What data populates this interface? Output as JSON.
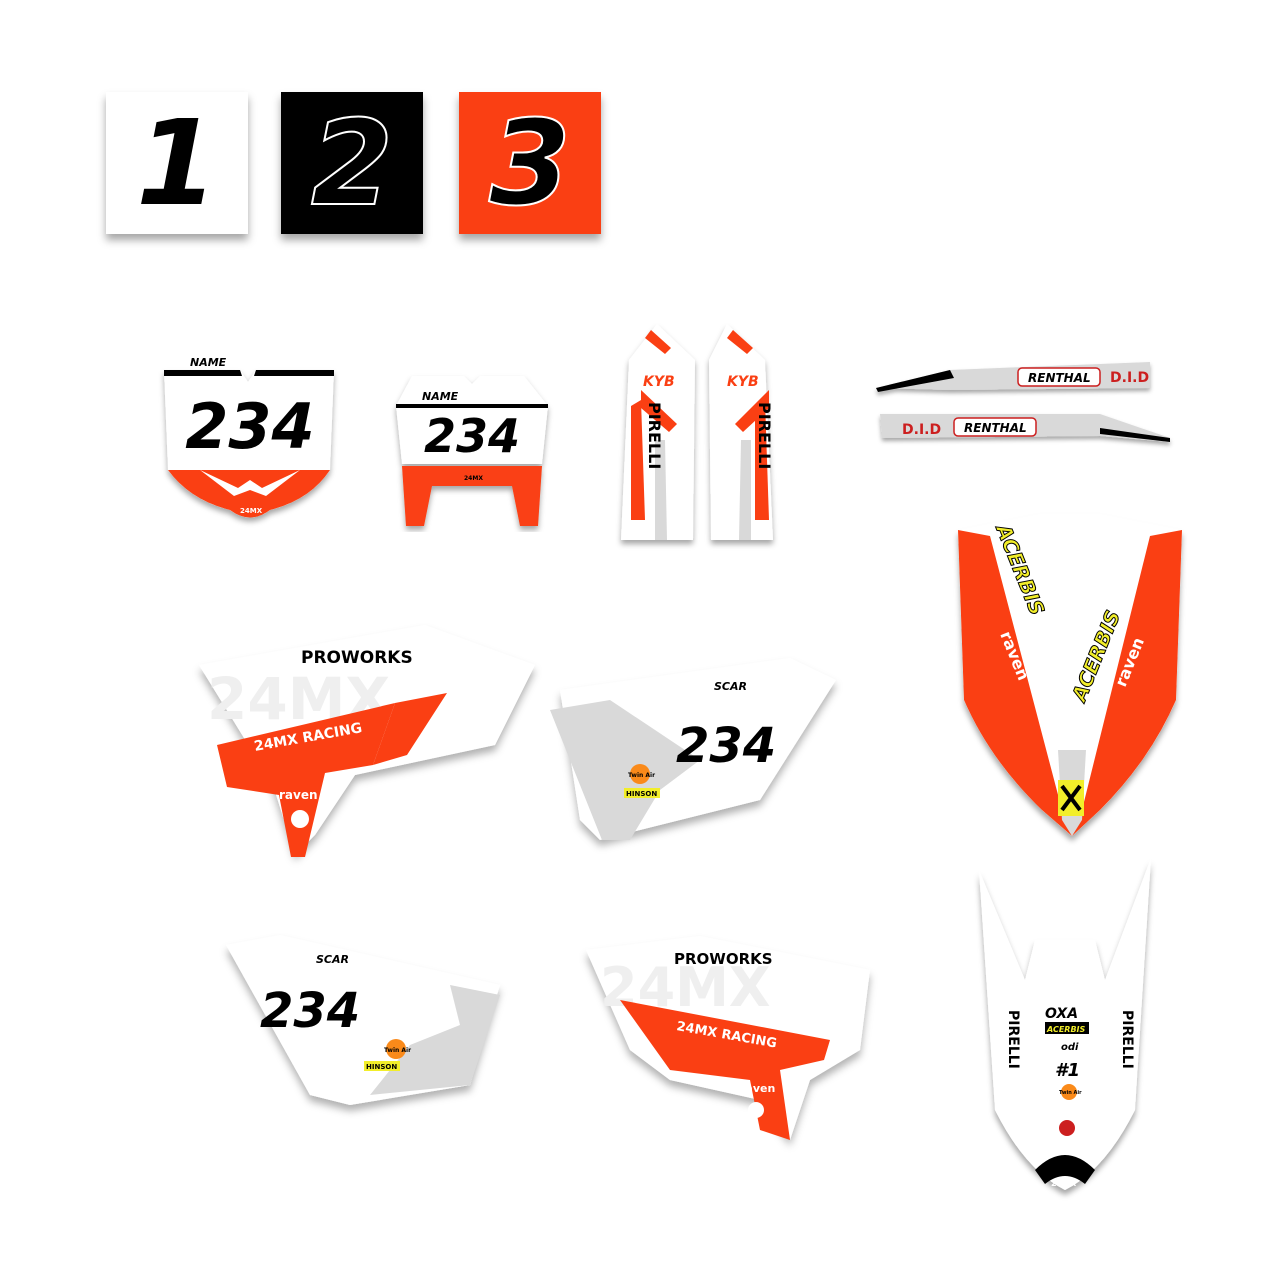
{
  "colors": {
    "orange": "#fa3f13",
    "black": "#000000",
    "grey": "#d9d9d9",
    "white": "#ffffff",
    "yellow": "#f2ee2a"
  },
  "swatches": [
    {
      "label": "1",
      "bg": "#ffffff",
      "fg": "#000000"
    },
    {
      "label": "2",
      "bg": "#000000",
      "fg": "#000000"
    },
    {
      "label": "3",
      "bg": "#fa3f13",
      "fg": "#000000"
    }
  ],
  "plate": {
    "name_label": "NAME",
    "number": "234",
    "logo": "24MX"
  },
  "fork_guards": {
    "top_logo": "KYB",
    "side_logo": "PIRELLI"
  },
  "swingarm": {
    "brand_1": "RENTHAL",
    "brand_2": "D.I.D"
  },
  "front_fender": {
    "brand_1": "ACERBIS",
    "brand_2": "raven"
  },
  "shroud": {
    "brand_1": "PROWORKS",
    "brand_2": "24MX RACING",
    "brand_3": "raven",
    "watermark": "24MX"
  },
  "side_panel": {
    "number": "234",
    "brand_1": "SCAR",
    "brand_2": "Twin Air",
    "brand_3": "HINSON"
  },
  "rear_fender": {
    "brand_1": "OXA",
    "brand_2": "ACERBIS",
    "brand_3": "odi",
    "brand_4": "#1",
    "brand_5": "Twin Air",
    "brand_6": "PIRELLI",
    "logo": "24MX"
  }
}
